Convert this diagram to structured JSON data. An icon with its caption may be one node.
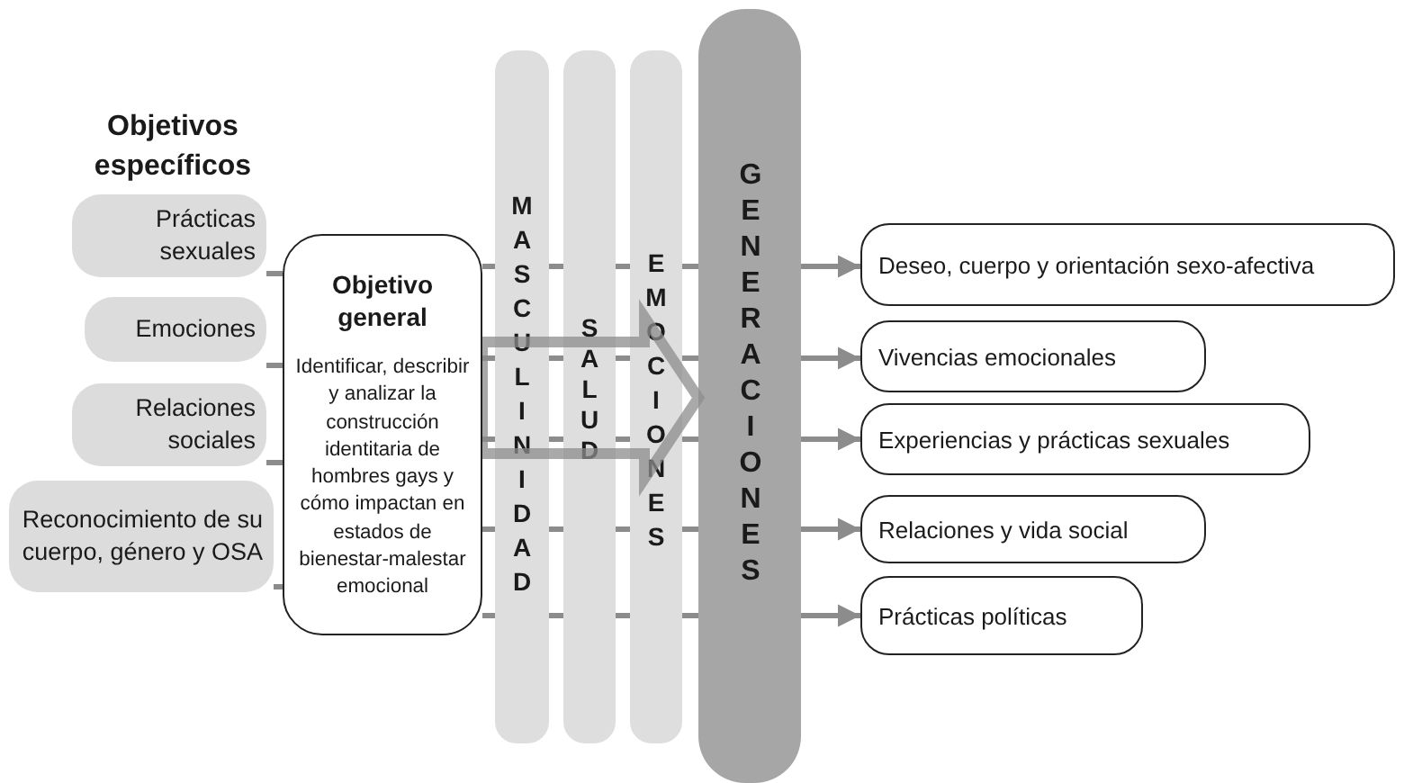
{
  "diagram": {
    "nodes": [
      {
        "text": [
          "Prácticas sexuales"
        ]
      },
      {
        "text": [
          "Emociones"
        ]
      },
      {
        "text": [
          "Relaciones sociales"
        ]
      },
      {
        "text": [
          "Reconocimiento de su cuerpo, género y OSA"
        ]
      },
      {
        "text": [
          "Objetivo general",
          "Identificar, describir y analizar la construcción identitaria de hombres gays y cómo impactan en estados de bienestar-malestar emocional"
        ]
      },
      {
        "text": [
          "MASCULINIDAD"
        ]
      },
      {
        "text": [
          "SALUD"
        ]
      },
      {
        "text": [
          "EMOCIONES"
        ]
      },
      {
        "text": [
          "GENERACIONES"
        ]
      },
      {
        "text": [
          "Deseo, cuerpo y orientación sexo-afectiva"
        ]
      },
      {
        "text": [
          "Vivencias emocionales"
        ]
      },
      {
        "text": [
          "Experiencias y prácticas sexuales"
        ]
      },
      {
        "text": [
          "Relaciones y vida social"
        ]
      },
      {
        "text": [
          "Prácticas políticas"
        ]
      }
    ],
    "edges": [
      {
        "from": 0,
        "to": 4,
        "arrow": "none"
      },
      {
        "from": 1,
        "to": 4,
        "arrow": "none"
      },
      {
        "from": 2,
        "to": 4,
        "arrow": "none"
      },
      {
        "from": 3,
        "to": 4,
        "arrow": "none"
      },
      {
        "from": 4,
        "to": 5,
        "arrow": "none"
      },
      {
        "from": 5,
        "to": 6,
        "arrow": "none"
      },
      {
        "from": 6,
        "to": 7,
        "arrow": "none"
      },
      {
        "from": 7,
        "to": 8,
        "arrow": "none"
      },
      {
        "from": 4,
        "to": 5,
        "arrow": "none"
      },
      {
        "from": 5,
        "to": 6,
        "arrow": "none"
      },
      {
        "from": 6,
        "to": 7,
        "arrow": "none"
      },
      {
        "from": 7,
        "to": 8,
        "arrow": "none"
      },
      {
        "from": 4,
        "to": 5,
        "arrow": "none"
      },
      {
        "from": 5,
        "to": 6,
        "arrow": "none"
      },
      {
        "from": 6,
        "to": 7,
        "arrow": "none"
      },
      {
        "from": 7,
        "to": 8,
        "arrow": "none"
      },
      {
        "from": 4,
        "to": 5,
        "arrow": "none"
      },
      {
        "from": 5,
        "to": 6,
        "arrow": "none"
      },
      {
        "from": 6,
        "to": 7,
        "arrow": "none"
      },
      {
        "from": 7,
        "to": 8,
        "arrow": "none"
      },
      {
        "from": 4,
        "to": 5,
        "arrow": "none"
      },
      {
        "from": 5,
        "to": 6,
        "arrow": "none"
      },
      {
        "from": 6,
        "to": 7,
        "arrow": "none"
      },
      {
        "from": 7,
        "to": 8,
        "arrow": "none"
      },
      {
        "from": 8,
        "to": 9,
        "arrow": "to"
      },
      {
        "from": 8,
        "to": 10,
        "arrow": "to"
      },
      {
        "from": 8,
        "to": 11,
        "arrow": "to"
      },
      {
        "from": 8,
        "to": 12,
        "arrow": "to"
      },
      {
        "from": 8,
        "to": 13,
        "arrow": "to"
      },
      {
        "from": 4,
        "to": 8,
        "arrow": "to",
        "style": "thick"
      }
    ],
    "labels": [
      "Objetivos específicos"
    ]
  }
}
